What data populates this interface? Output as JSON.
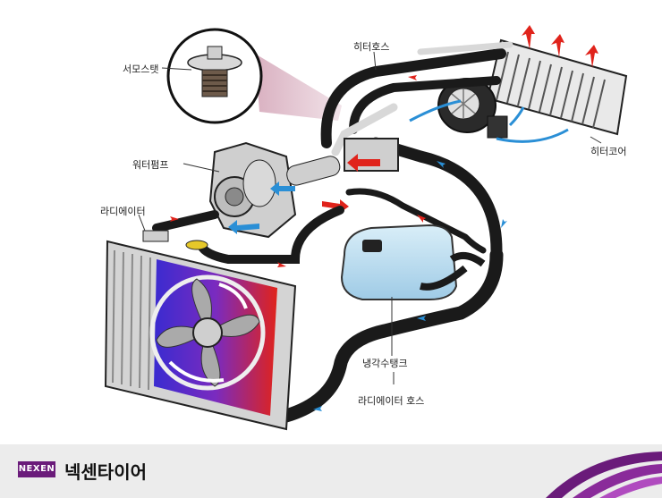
{
  "labels": {
    "thermostat": "서모스탯",
    "heater_hose": "히터호스",
    "water_pump": "워터펌프",
    "radiator": "라디에이터",
    "heater_core": "히터코어",
    "coolant_tank": "냉각수탱크",
    "radiator_hose": "라디에이터 호스"
  },
  "footer": {
    "logo_text": "NEXEN",
    "brand_name": "넥센타이어"
  },
  "colors": {
    "hot_flow": "#e0231b",
    "cool_flow": "#2a8fd6",
    "hose": "#1a1a1a",
    "brand": "#6a1b7a",
    "footer_bg": "#ececec"
  }
}
